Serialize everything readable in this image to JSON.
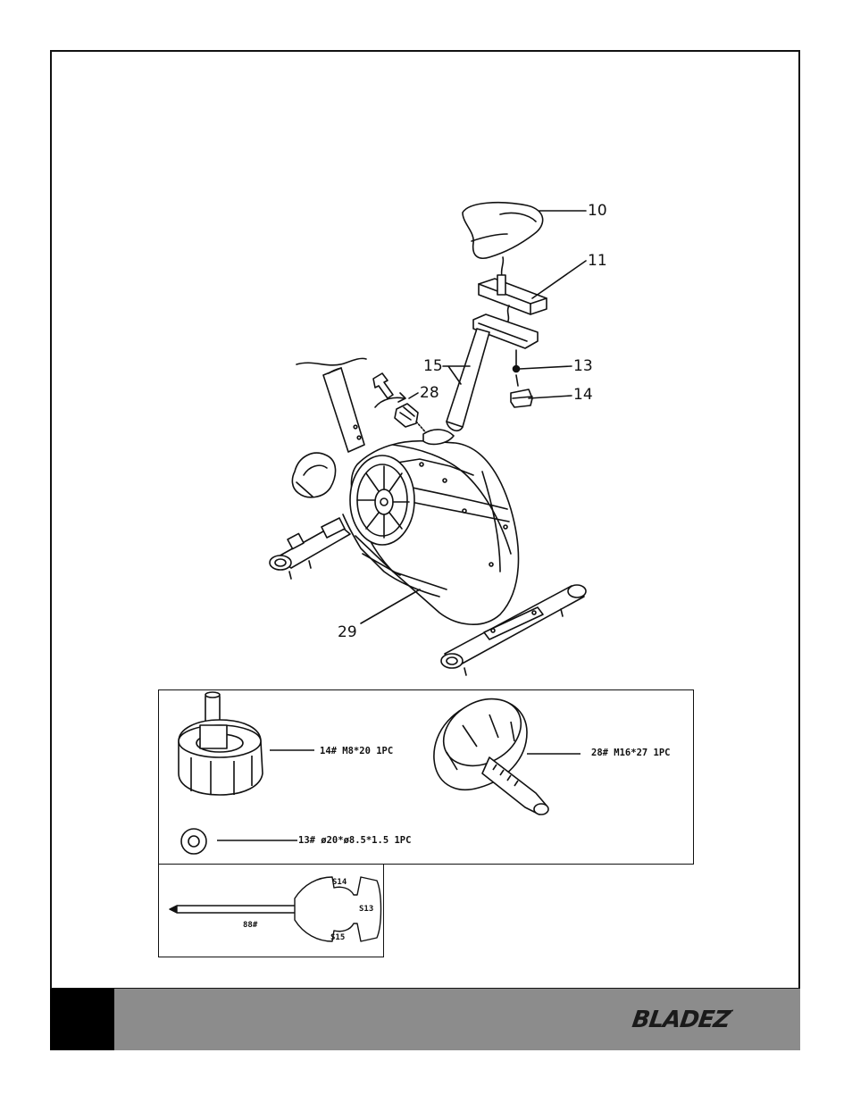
{
  "callouts": {
    "seat": "10",
    "seat_slider": "11",
    "seat_post": "15",
    "washer": "13",
    "knob": "14",
    "adjust_knob": "28",
    "frame": "29"
  },
  "hardware": {
    "knob_14": "14# M8*20 1PC",
    "knob_28": "28# M16*27 1PC",
    "washer_13": "13# ø20*ø8.5*1.5   1PC"
  },
  "tool": {
    "label": "88#",
    "slot_top": "S14",
    "slot_right": "S13",
    "slot_bottom": "S15"
  },
  "brand": {
    "name": "BLADEZ",
    "mark": "·"
  },
  "colors": {
    "footer_gray": "#8c8c8c",
    "footer_black": "#000000"
  }
}
